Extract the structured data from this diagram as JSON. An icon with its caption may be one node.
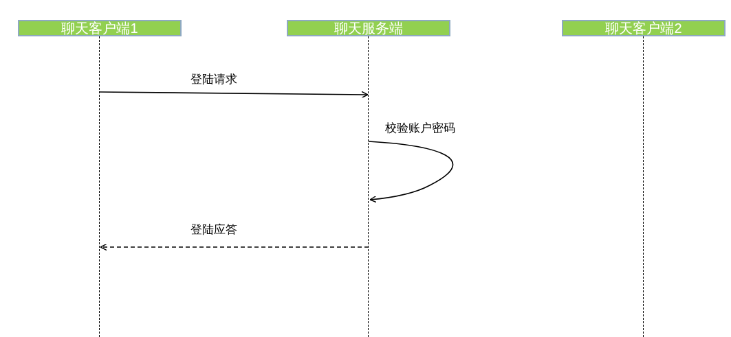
{
  "diagram": {
    "nodes": [
      {
        "text": [
          "聊天客户端1"
        ]
      },
      {
        "text": [
          "聊天服务端"
        ]
      },
      {
        "text": [
          "聊天客户端2"
        ]
      }
    ],
    "edges": [
      {
        "from": 0,
        "to": 1,
        "arrow": "to",
        "label": "登陆请求"
      },
      {
        "from": 1,
        "to": 1,
        "arrow": "to",
        "label": "校验账户密码"
      },
      {
        "from": 1,
        "to": 0,
        "arrow": "to",
        "label": "登陆应答",
        "style": "dashed"
      }
    ]
  }
}
